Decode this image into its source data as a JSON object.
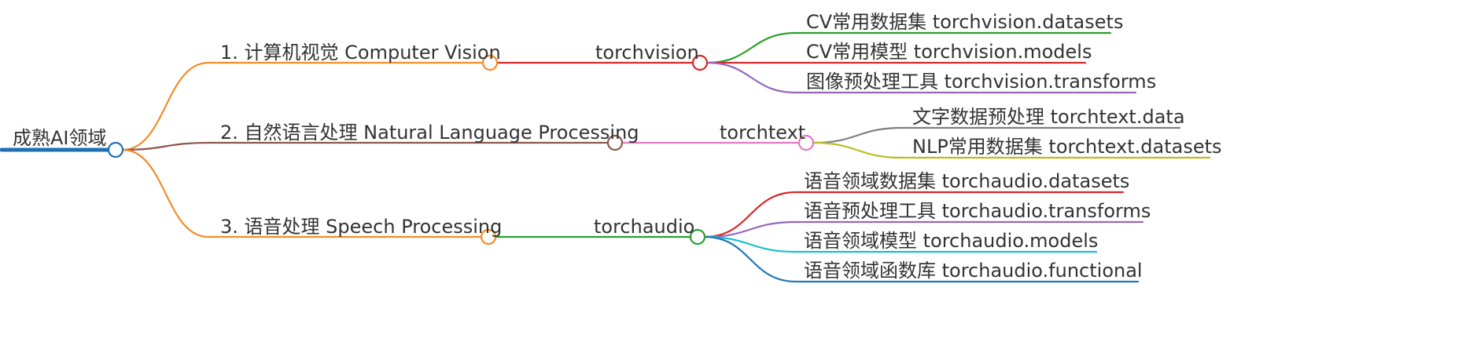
{
  "root": {
    "label": "成熟AI领域",
    "color": "#1f6fb5"
  },
  "branches": [
    {
      "label": "1. 计算机视觉 Computer Vision",
      "color": "#f28c28",
      "library": {
        "label": "torchvision",
        "color": "#d62728",
        "children": [
          {
            "label": "CV常用数据集 torchvision.datasets",
            "color": "#2ca02c"
          },
          {
            "label": "CV常用模型 torchvision.models",
            "color": "#d62728"
          },
          {
            "label": "图像预处理工具 torchvision.transforms",
            "color": "#9467bd"
          }
        ]
      }
    },
    {
      "label": "2. 自然语言处理 Natural Language Processing",
      "color": "#8c564b",
      "library": {
        "label": "torchtext",
        "color": "#e377c2",
        "children": [
          {
            "label": "文字数据预处理 torchtext.data",
            "color": "#7f7f7f"
          },
          {
            "label": "NLP常用数据集 torchtext.datasets",
            "color": "#bcbd22"
          }
        ]
      }
    },
    {
      "label": "3. 语音处理 Speech Processing",
      "color": "#f28c28",
      "library": {
        "label": "torchaudio",
        "color": "#2ca02c",
        "children": [
          {
            "label": "语音领域数据集 torchaudio.datasets",
            "color": "#d62728"
          },
          {
            "label": "语音预处理工具 torchaudio.transforms",
            "color": "#9467bd"
          },
          {
            "label": "语音领域模型 torchaudio.models",
            "color": "#17becf"
          },
          {
            "label": "语音领域函数库 torchaudio.functional",
            "color": "#1f77b4"
          }
        ]
      }
    }
  ]
}
